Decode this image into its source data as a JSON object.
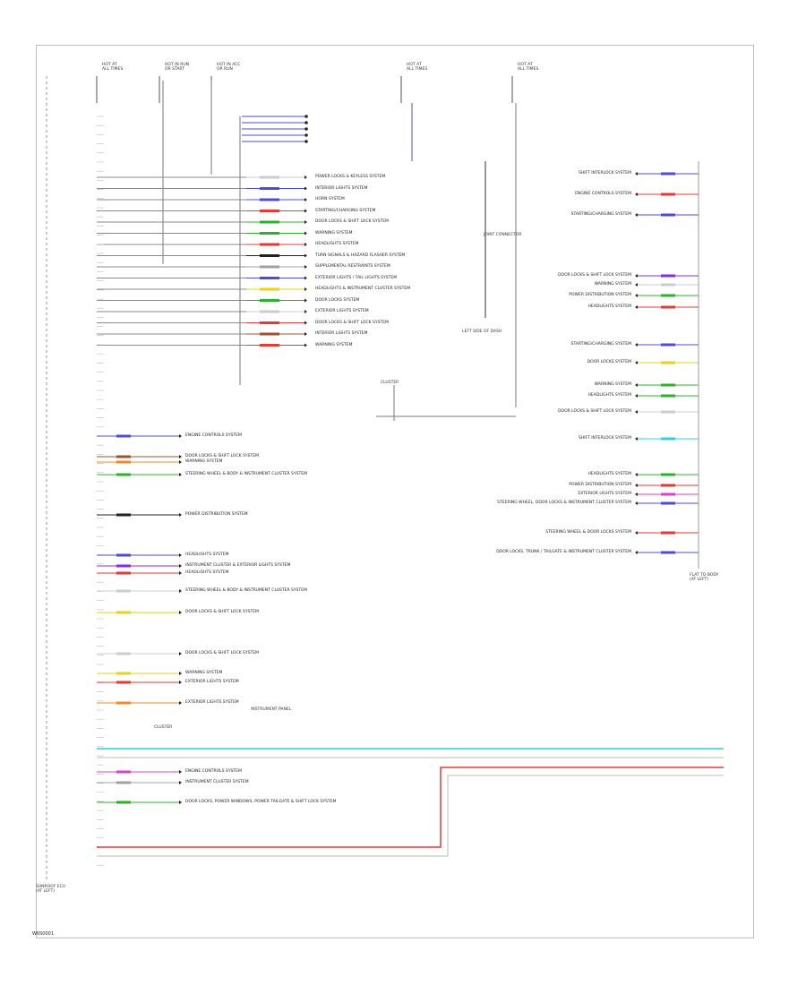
{
  "footer_code": "W6S0001",
  "colors": {
    "BLU": "#4b4bdc",
    "RED": "#e53935",
    "GRN": "#28b428",
    "YEL": "#e8d21a",
    "PNK": "#e040c0",
    "BRN": "#a0522d",
    "ORN": "#f08a24",
    "LT BLU": "#2fd0e8",
    "GRY": "#a0a0a0",
    "WHT": "#cccccc",
    "BLK": "#222222",
    "VIO": "#8a2be2"
  },
  "left_module_label": "SUNROOF ECU (AT LEFT)",
  "right_module_label": "FLAT TO BODY (AT LEFT)",
  "top_blocks": [
    {
      "id": "tb1",
      "lines": [
        "HOT AT",
        "ALL TIMES"
      ]
    },
    {
      "id": "tb2",
      "lines": [
        "HOT IN RUN",
        "OR START"
      ]
    },
    {
      "id": "tb3",
      "lines": [
        "HOT IN ACC",
        "OR RUN"
      ]
    },
    {
      "id": "tb4",
      "lines": [
        "HOT AT",
        "ALL TIMES"
      ]
    },
    {
      "id": "tb5",
      "lines": [
        "HOT AT",
        "ALL TIMES"
      ]
    }
  ],
  "upper_systems": [
    "POWER LOCKS & KEYLESS SYSTEM",
    "INTERIOR LIGHTS SYSTEM",
    "HORN SYSTEM",
    "STARTING/CHARGING SYSTEM",
    "DOOR LOCKS & SHIFT LOCK SYSTEM",
    "WARNING SYSTEM",
    "HEADLIGHTS SYSTEM",
    "TURN SIGNALS & HAZARD FLASHER SYSTEM",
    "SUPPLEMENTAL RESTRAINTS SYSTEM",
    "EXTERIOR LIGHTS / TAIL LIGHTS SYSTEM",
    "HEADLIGHTS & INSTRUMENT CLUSTER SYSTEM",
    "DOOR LOCKS SYSTEM",
    "EXTERIOR LIGHTS SYSTEM",
    "DOOR LOCKS & SHIFT LOCK SYSTEM",
    "INTERIOR LIGHTS SYSTEM",
    "WARNING SYSTEM"
  ],
  "left_lower_systems": [
    "ENGINE CONTROLS SYSTEM",
    "DOOR LOCKS & SHIFT LOCK SYSTEM",
    "WARNING SYSTEM",
    "STEERING WHEEL & BODY & INSTRUMENT CLUSTER SYSTEM",
    "POWER DISTRIBUTION SYSTEM",
    "HEADLIGHTS SYSTEM",
    "INSTRUMENT CLUSTER & EXTERIOR LIGHTS SYSTEM",
    "HEADLIGHTS SYSTEM",
    "STEERING WHEEL & BODY & INSTRUMENT CLUSTER SYSTEM",
    "DOOR LOCKS & SHIFT LOCK SYSTEM",
    "DOOR LOCKS & SHIFT LOCK SYSTEM",
    "WARNING SYSTEM",
    "EXTERIOR LIGHTS SYSTEM",
    "EXTERIOR LIGHTS SYSTEM",
    "ENGINE CONTROLS SYSTEM",
    "INSTRUMENT CLUSTER SYSTEM",
    "DOOR LOCKS, POWER WINDOWS, POWER TAILGATE & SHIFT LOCK SYSTEM"
  ],
  "right_systems": [
    "SHIFT INTERLOCK SYSTEM",
    "ENGINE CONTROLS SYSTEM",
    "STARTING/CHARGING SYSTEM",
    "DOOR LOCKS & SHIFT LOCK SYSTEM",
    "WARNING SYSTEM",
    "POWER DISTRIBUTION SYSTEM",
    "HEADLIGHTS SYSTEM",
    "STARTING/CHARGING SYSTEM",
    "DOOR LOCKS SYSTEM",
    "WARNING SYSTEM",
    "HEADLIGHTS SYSTEM",
    "DOOR LOCKS & SHIFT LOCK SYSTEM",
    "SHIFT INTERLOCK SYSTEM",
    "HEADLIGHTS SYSTEM",
    "POWER DISTRIBUTION SYSTEM",
    "EXTERIOR LIGHTS SYSTEM",
    "STEERING WHEEL, DOOR LOCKS & INSTRUMENT CLUSTER SYSTEM",
    "STEERING WHEEL & DOOR LOCKS SYSTEM",
    "DOOR LOCKS, TRUNK / TAILGATE & INSTRUMENT CLUSTER SYSTEM"
  ],
  "misc_labels": {
    "center_splice": "JOINT CONNECTOR",
    "center_ground": "LEFT SIDE OF DASH",
    "lower_center": "CLUSTER",
    "dual_ground": "INSTRUMENT PANEL"
  }
}
